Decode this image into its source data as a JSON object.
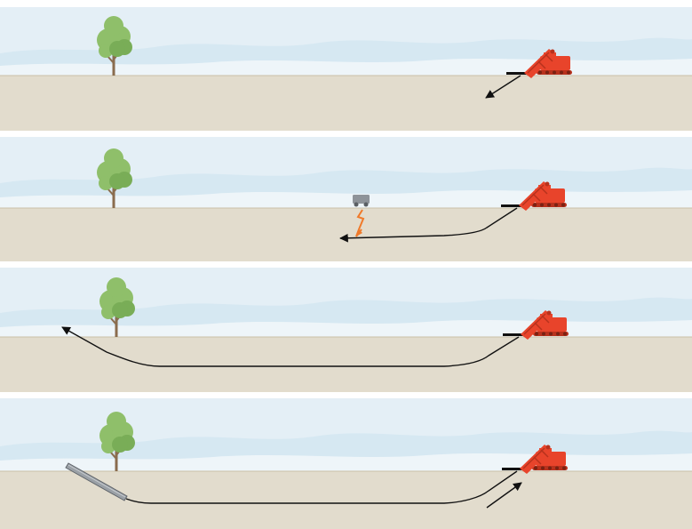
{
  "figure": {
    "kind": "horizontal directional drilling sequence",
    "panel_count": 4,
    "colors": {
      "background": "#ffffff",
      "sky": "#e4eff6",
      "cloud": "#cde2ee",
      "ground": "#e2dccd",
      "ground_line": "#c9bfa8",
      "tree_foliage": "#8fbf6a",
      "tree_foliage_dark": "#79ad57",
      "tree_trunk": "#8a6c4e",
      "rig_body": "#e8442b",
      "rig_dark": "#b8321d",
      "bore_path": "#111111",
      "locator": "#8e9399",
      "signal": "#f07a2a",
      "pipe": "#9aa0a6"
    },
    "panels": [
      {
        "step": "pilot-bore-entry",
        "elements": [
          "tree-icon",
          "drill-rig-icon",
          "entry-arrow"
        ]
      },
      {
        "step": "pilot-bore-steering",
        "elements": [
          "tree-icon",
          "drill-rig-icon",
          "locator-icon",
          "signal-icon",
          "bore-path"
        ]
      },
      {
        "step": "pilot-bore-exit",
        "elements": [
          "tree-icon",
          "drill-rig-icon",
          "bore-path"
        ]
      },
      {
        "step": "pullback-pipe",
        "elements": [
          "tree-icon",
          "drill-rig-icon",
          "pipe-icon",
          "bore-path",
          "pullback-arrow"
        ]
      }
    ]
  }
}
